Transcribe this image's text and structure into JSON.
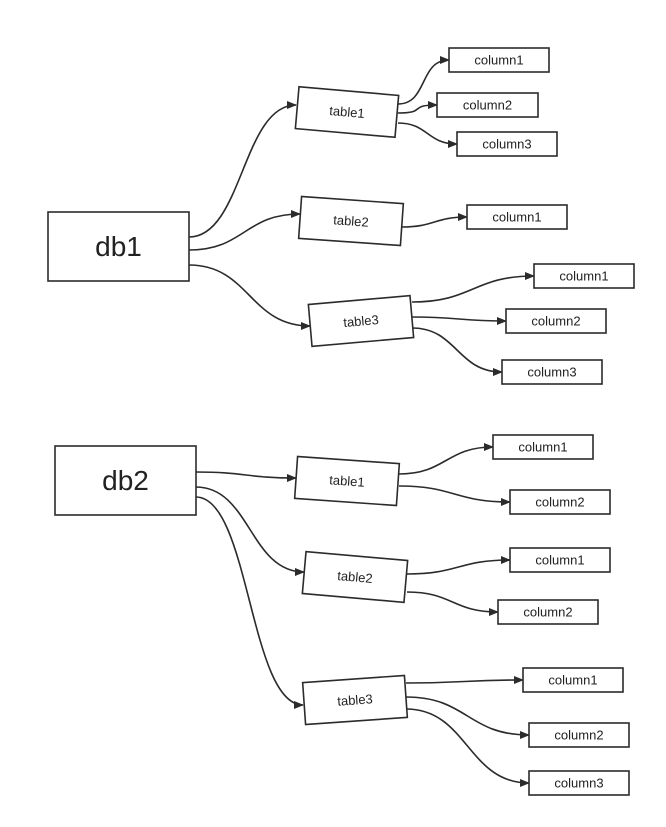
{
  "diagram": {
    "databases": [
      {
        "id": "db1",
        "label": "db1",
        "tables": [
          {
            "id": "db1-table1",
            "label": "table1",
            "columns": [
              "column1",
              "column2",
              "column3"
            ]
          },
          {
            "id": "db1-table2",
            "label": "table2",
            "columns": [
              "column1"
            ]
          },
          {
            "id": "db1-table3",
            "label": "table3",
            "columns": [
              "column1",
              "column2",
              "column3"
            ]
          }
        ]
      },
      {
        "id": "db2",
        "label": "db2",
        "tables": [
          {
            "id": "db2-table1",
            "label": "table1",
            "columns": [
              "column1",
              "column2"
            ]
          },
          {
            "id": "db2-table2",
            "label": "table2",
            "columns": [
              "column1",
              "column2"
            ]
          },
          {
            "id": "db2-table3",
            "label": "table3",
            "columns": [
              "column1",
              "column2",
              "column3"
            ]
          }
        ]
      }
    ],
    "colors": {
      "stroke": "#2b2b2b",
      "text": "#222222",
      "fill": "#ffffff"
    }
  }
}
